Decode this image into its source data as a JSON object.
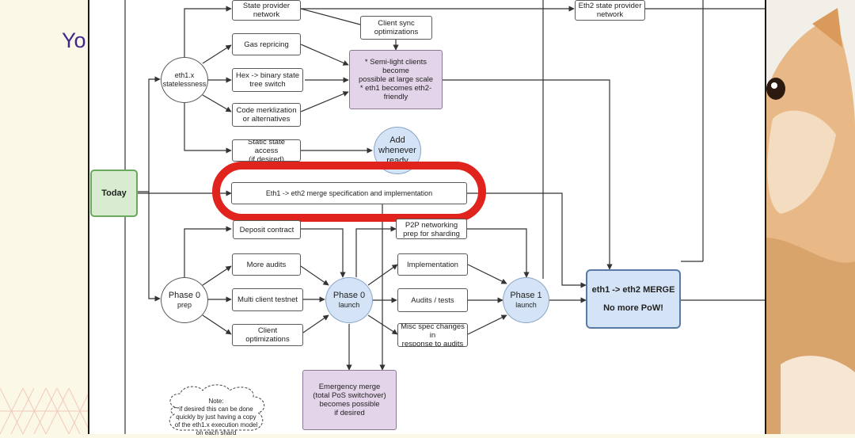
{
  "slide": {
    "title_fragment": "Yo",
    "colors": {
      "background": "#fbf8e8",
      "title": "#3a2a8a",
      "highlight": "#e0231c"
    }
  },
  "diagram": {
    "today": "Today",
    "eth1x": {
      "line1": "eth1.x",
      "line2": "statelessness"
    },
    "phase0_prep": {
      "line1": "Phase 0",
      "line2": "prep"
    },
    "phase0_launch": {
      "line1": "Phase 0",
      "line2": "launch"
    },
    "phase1_launch": {
      "line1": "Phase 1",
      "line2": "launch"
    },
    "add_whenever": {
      "line1": "Add",
      "line2": "whenever",
      "line3": "ready"
    },
    "boxes": {
      "state_provider": {
        "line1": "State provider",
        "line2": "network"
      },
      "eth2_state_provider": {
        "line1": "Eth2 state provider",
        "line2": "network"
      },
      "client_sync": {
        "line1": "Client sync",
        "line2": "optimizations"
      },
      "gas_repricing": "Gas repricing",
      "hex_binary": {
        "line1": "Hex -> binary state",
        "line2": "tree switch"
      },
      "code_merklization": {
        "line1": "Code merklization",
        "line2": "or alternatives"
      },
      "semi_light": {
        "line1": "* Semi-light clients become",
        "line2": "possible at large scale",
        "line3": "* eth1 becomes eth2-friendly"
      },
      "static_state": {
        "line1": "Static state access",
        "line2": "(if desired)"
      },
      "merge_spec": "Eth1 -> eth2 merge specification and implementation",
      "deposit_contract": "Deposit contract",
      "p2p": {
        "line1": "P2P networking",
        "line2": "prep for sharding"
      },
      "more_audits": "More audits",
      "multi_client": "Multi client testnet",
      "client_opt": "Client optimizations",
      "implementation": "Implementation",
      "audits_tests": "Audits / tests",
      "misc_spec": {
        "line1": "Misc spec changes in",
        "line2": "response to audits"
      },
      "emergency": {
        "line1": "Emergency merge",
        "line2": "(total PoS switchover)",
        "line3": "becomes possible",
        "line4": "if desired"
      }
    },
    "merge_final": {
      "line1": "eth1 -> eth2 MERGE",
      "line2": "No more PoW!"
    },
    "note": {
      "line1": "Note:",
      "line2": "if desired this can be done",
      "line3": "quickly by just having a copy",
      "line4": "of the eth1.x execution model",
      "line5": "on each shard"
    },
    "colors": {
      "purple_box": "#e4d4ea",
      "green_box": "#d7ecd0",
      "blue_box": "#d4e4f6",
      "wire": "#333333"
    }
  },
  "icons": [
    "asanoha-pattern-icon",
    "shiba-dog-image"
  ]
}
